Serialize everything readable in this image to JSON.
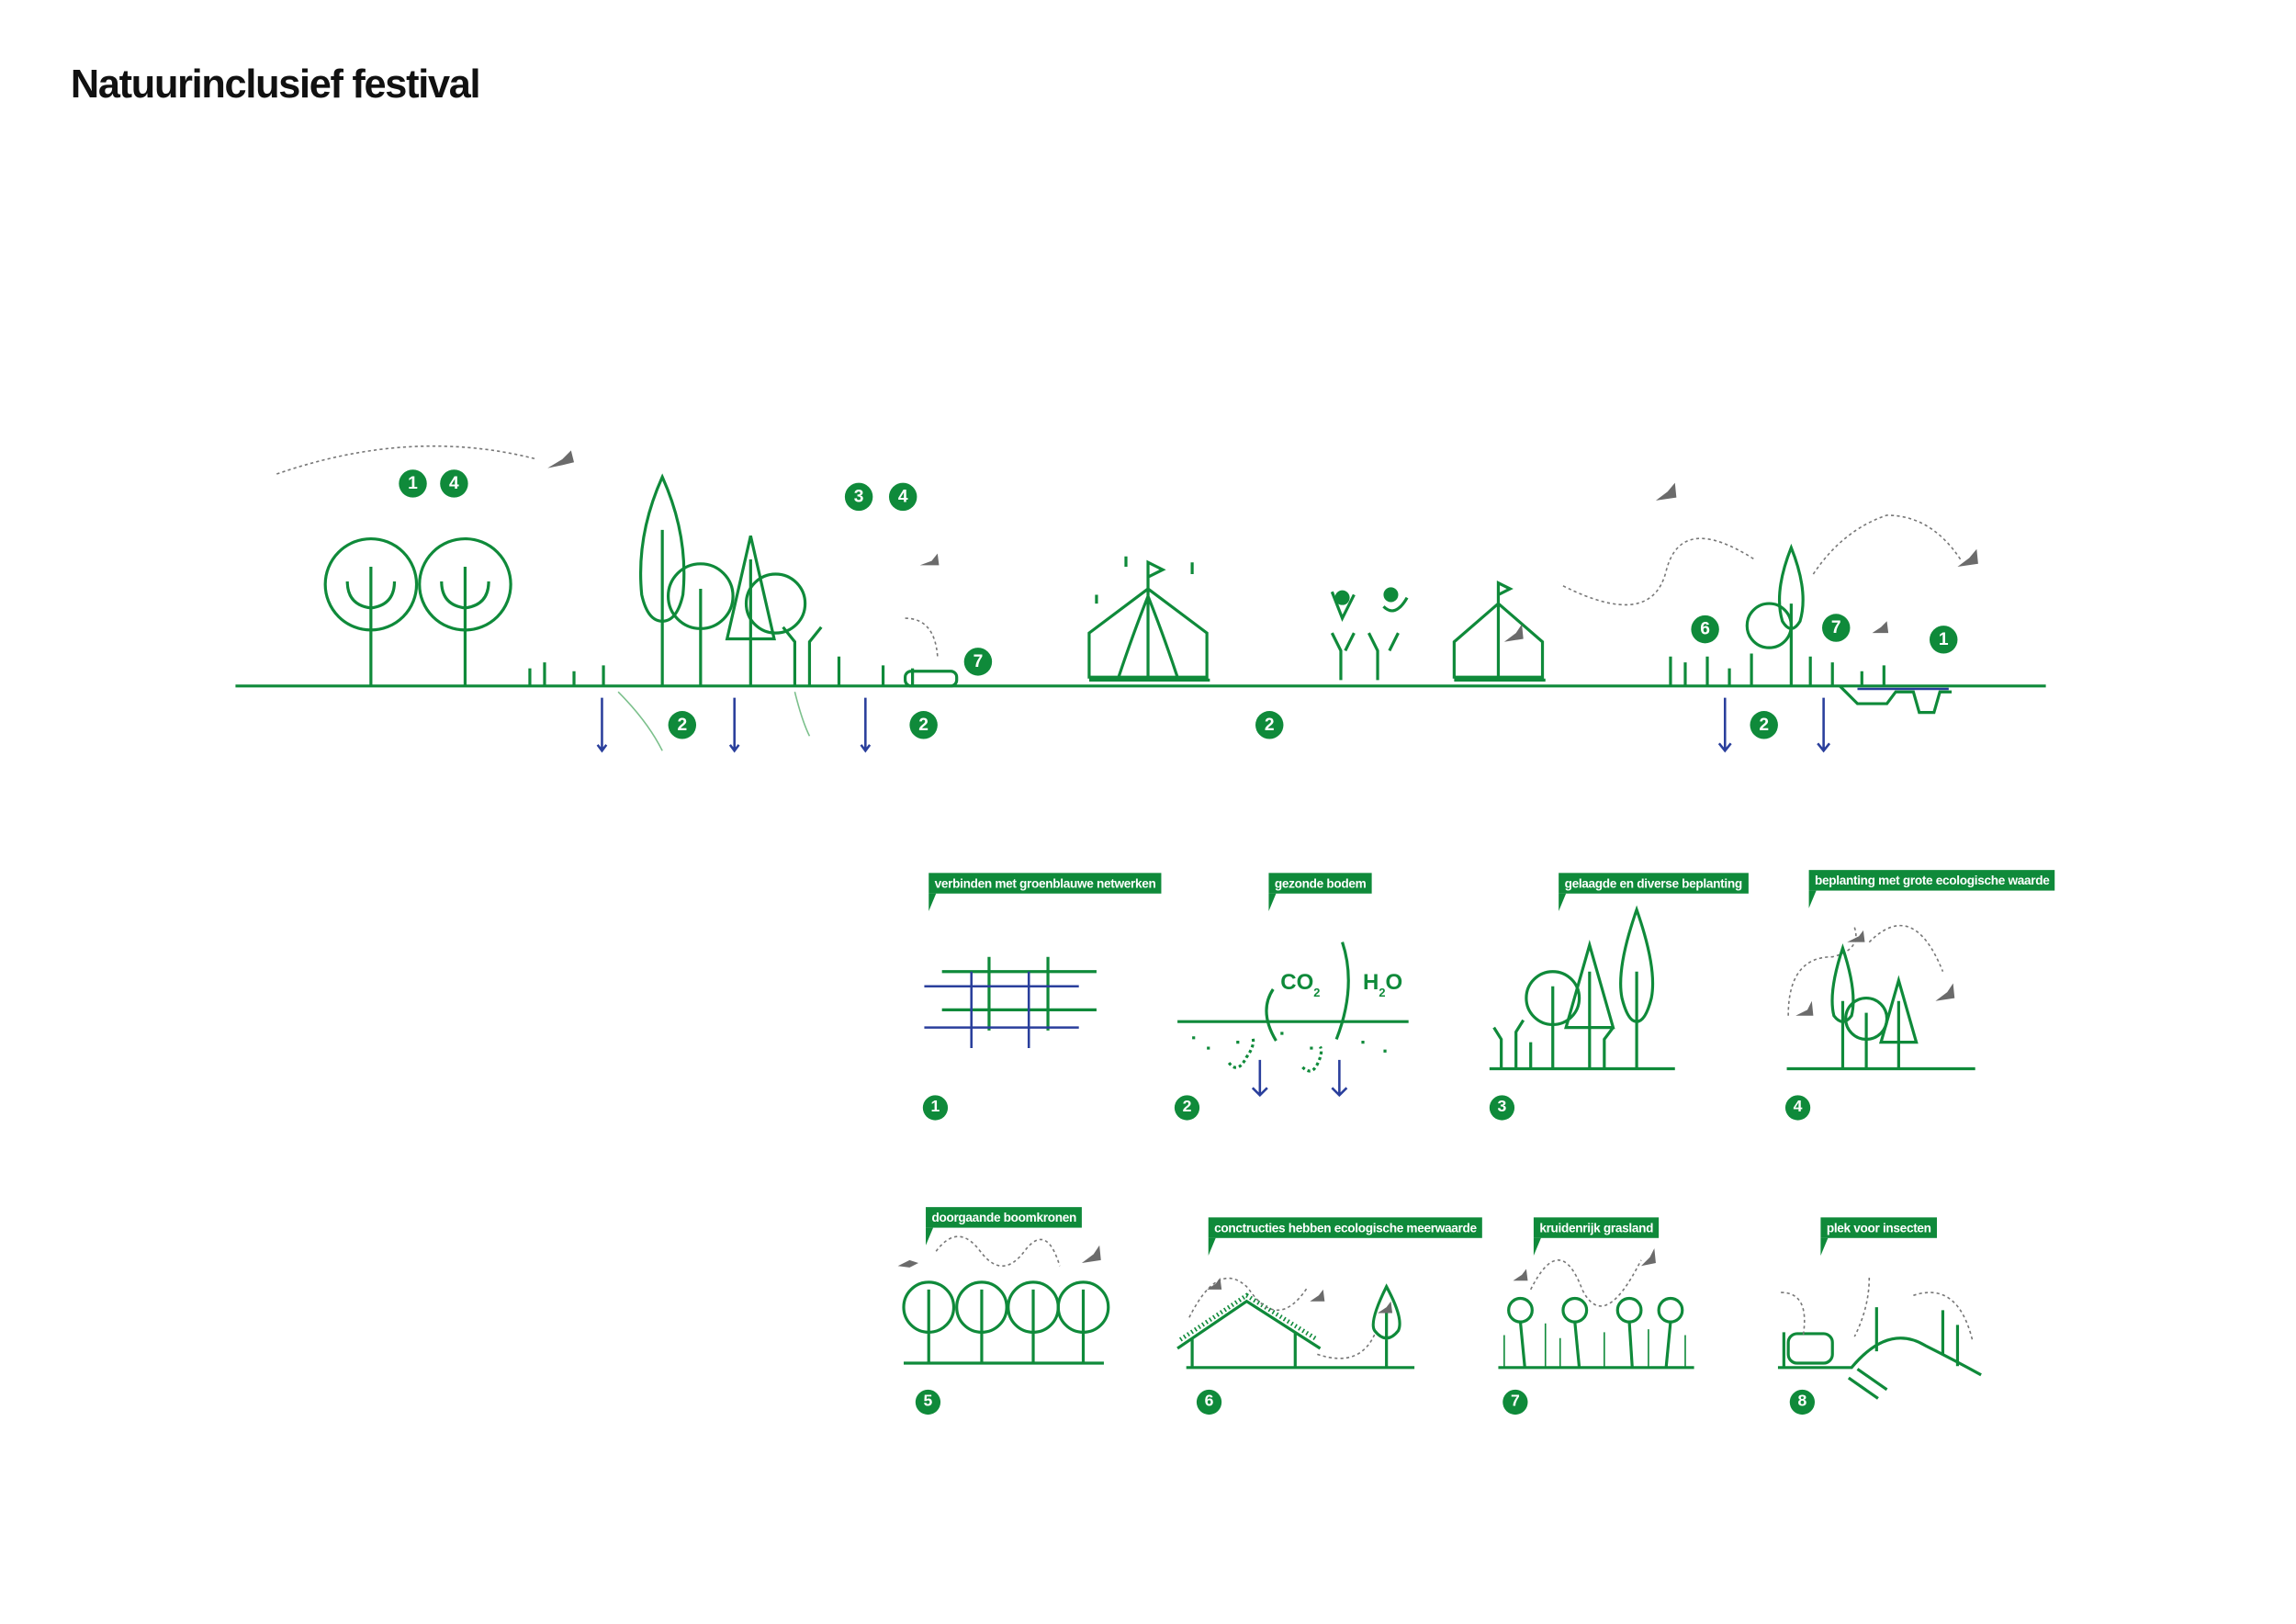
{
  "title": "Natuurinclusief festival",
  "colors": {
    "green": "#0f8a3a",
    "blue": "#2a3f9c",
    "animal_grey": "#6b6b6b"
  },
  "overview_badges": [
    "1",
    "4",
    "3",
    "4",
    "7",
    "2",
    "2",
    "2",
    "6",
    "7",
    "1",
    "2"
  ],
  "co2_label": "CO",
  "co2_sub": "2",
  "h2o_label": "H",
  "h2o_sub": "2",
  "h2o_tail": "O",
  "principles": [
    {
      "number": "1",
      "label": "verbinden met groenblauwe netwerken"
    },
    {
      "number": "2",
      "label": "gezonde bodem"
    },
    {
      "number": "3",
      "label": "gelaagde en diverse beplanting"
    },
    {
      "number": "4",
      "label": "beplanting met grote ecologische waarde"
    },
    {
      "number": "5",
      "label": "doorgaande boomkronen"
    },
    {
      "number": "6",
      "label": "conctructies hebben ecologische meerwaarde"
    },
    {
      "number": "7",
      "label": "kruidenrijk grasland"
    },
    {
      "number": "8",
      "label": "plek voor insecten"
    }
  ]
}
